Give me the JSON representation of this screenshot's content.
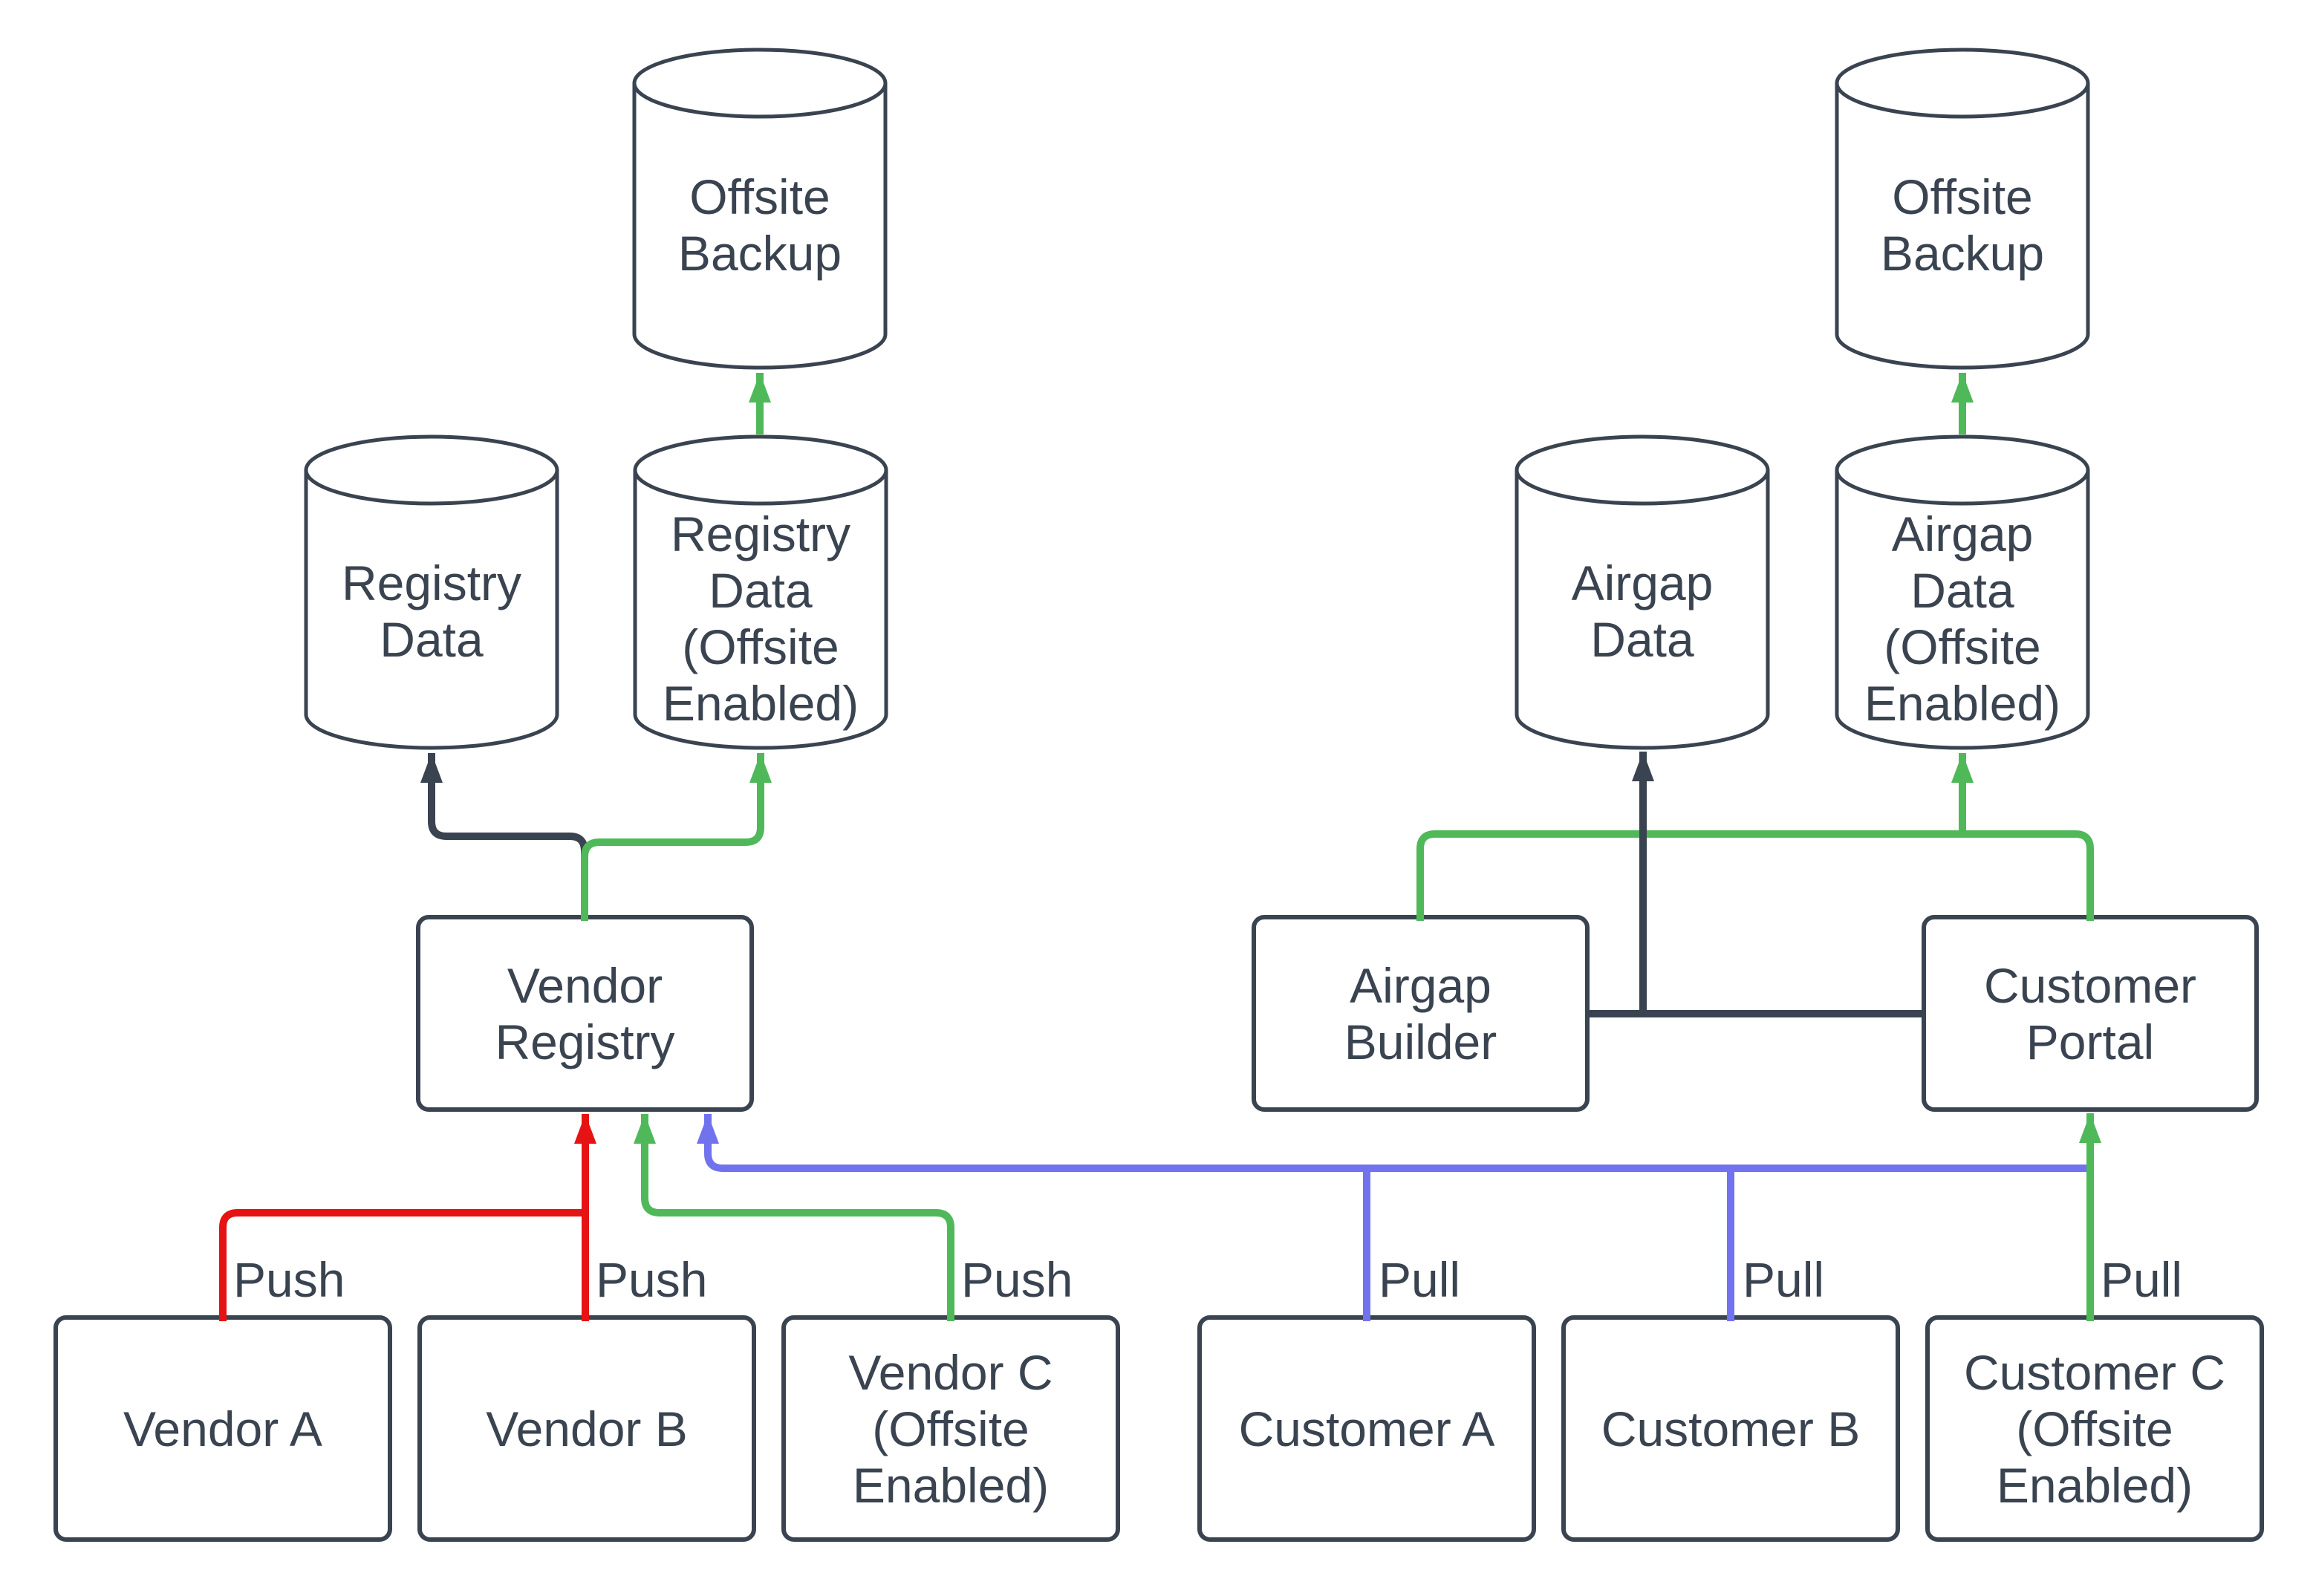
{
  "diagram": {
    "title": "",
    "colors": {
      "outline": "#3A4350",
      "text": "#3A4350",
      "dark": "#3A4350",
      "red": "#E51313",
      "green": "#4FB95A",
      "blue": "#7173EE",
      "fill": "#FFFFFF"
    },
    "nodes": {
      "offsite_backup_left": {
        "type": "cylinder",
        "label": "Offsite\nBackup"
      },
      "offsite_backup_right": {
        "type": "cylinder",
        "label": "Offsite\nBackup"
      },
      "registry_data": {
        "type": "cylinder",
        "label": "Registry\nData"
      },
      "registry_data_offsite": {
        "type": "cylinder",
        "label": "Registry\nData\n(Offsite\nEnabled)"
      },
      "airgap_data": {
        "type": "cylinder",
        "label": "Airgap\nData"
      },
      "airgap_data_offsite": {
        "type": "cylinder",
        "label": "Airgap\nData\n(Offsite\nEnabled)"
      },
      "vendor_registry": {
        "type": "box",
        "label": "Vendor\nRegistry"
      },
      "airgap_builder": {
        "type": "box",
        "label": "Airgap\nBuilder"
      },
      "customer_portal": {
        "type": "box",
        "label": "Customer\nPortal"
      },
      "vendor_a": {
        "type": "box",
        "label": "Vendor A"
      },
      "vendor_b": {
        "type": "box",
        "label": "Vendor B"
      },
      "vendor_c": {
        "type": "box",
        "label": "Vendor C\n(Offsite\nEnabled)"
      },
      "customer_a": {
        "type": "box",
        "label": "Customer A"
      },
      "customer_b": {
        "type": "box",
        "label": "Customer B"
      },
      "customer_c": {
        "type": "box",
        "label": "Customer C\n(Offsite\nEnabled)"
      }
    },
    "edge_labels": {
      "push_vendor_a": "Push",
      "push_vendor_b": "Push",
      "push_vendor_c": "Push",
      "pull_customer_a": "Pull",
      "pull_customer_b": "Pull",
      "pull_customer_c": "Pull"
    }
  }
}
